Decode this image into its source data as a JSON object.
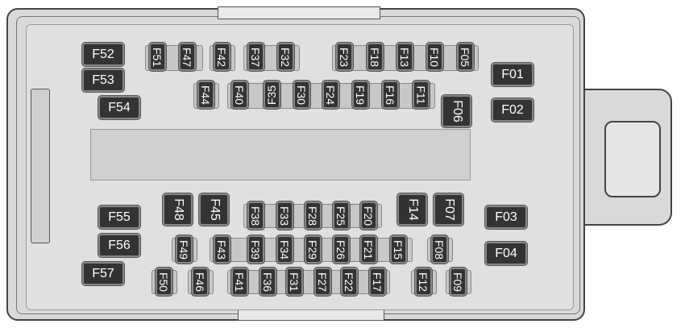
{
  "fuses": {
    "large_horizontal": [
      "F52",
      "F53",
      "F54",
      "F01",
      "F02",
      "F55",
      "F56",
      "F57",
      "F03",
      "F04"
    ],
    "large_vertical": [
      "F06",
      "F48",
      "F45",
      "F14",
      "F07"
    ],
    "mini": [
      "F51",
      "F47",
      "F42",
      "F37",
      "F32",
      "F23",
      "F18",
      "F13",
      "F10",
      "F05",
      "F44",
      "F40",
      "F35",
      "F30",
      "F24",
      "F19",
      "F16",
      "F11",
      "F38",
      "F33",
      "F28",
      "F25",
      "F20",
      "F49",
      "F43",
      "F39",
      "F34",
      "F29",
      "F26",
      "F21",
      "F15",
      "F08",
      "F50",
      "F46",
      "F41",
      "F36",
      "F31",
      "F27",
      "F22",
      "F17",
      "F12",
      "F09"
    ]
  },
  "colors": {
    "fuse": "#333333",
    "housing": "#d9d9d9",
    "label": "#ffffff"
  }
}
